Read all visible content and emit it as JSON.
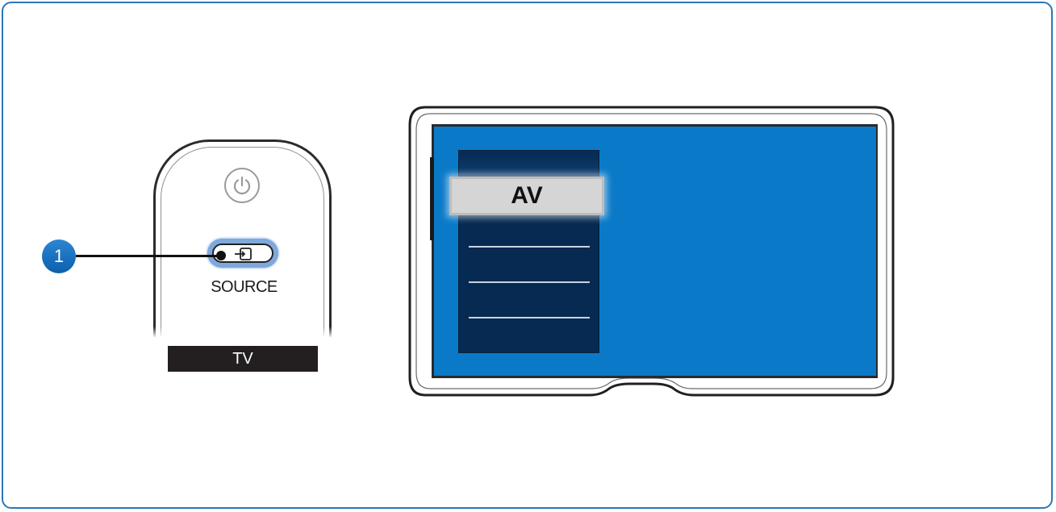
{
  "callout": {
    "number": "1"
  },
  "remote": {
    "power_icon": "power-icon",
    "source_icon": "source-input-icon",
    "source_label": "SOURCE",
    "device_label": "TV"
  },
  "tv": {
    "menu": {
      "selected": "AV",
      "items": [
        "",
        "",
        ""
      ]
    }
  },
  "colors": {
    "frame_border": "#2a77b8",
    "callout": "#1a72c4",
    "screen": "#0a7ac8",
    "menu_panel": "#062a52",
    "source_highlight": "#7fa8dd"
  }
}
